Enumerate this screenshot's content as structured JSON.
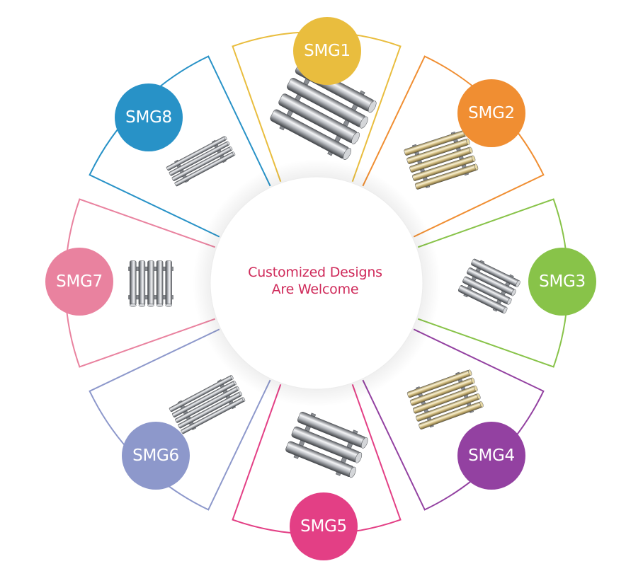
{
  "center": {
    "line1": "Customized Designs",
    "line2": "Are Welcome",
    "text_color": "#cf2a5a"
  },
  "segments": [
    {
      "label": "SMG1",
      "color": "#e9bd3e",
      "icon": "magnetic-grate-large-rods"
    },
    {
      "label": "SMG2",
      "color": "#f08e32",
      "icon": "magnetic-grate-brass-stacked"
    },
    {
      "label": "SMG3",
      "color": "#88c349",
      "icon": "magnetic-grate-short-rods"
    },
    {
      "label": "SMG4",
      "color": "#9341a1",
      "icon": "magnetic-grate-brass-stacked"
    },
    {
      "label": "SMG5",
      "color": "#e33f85",
      "icon": "magnetic-grate-square-frame"
    },
    {
      "label": "SMG6",
      "color": "#8d98cb",
      "icon": "magnetic-grate-open-frame"
    },
    {
      "label": "SMG7",
      "color": "#e9829f",
      "icon": "magnetic-grate-two-layer"
    },
    {
      "label": "SMG8",
      "color": "#2892c7",
      "icon": "magnetic-grate-thin-rods"
    }
  ]
}
